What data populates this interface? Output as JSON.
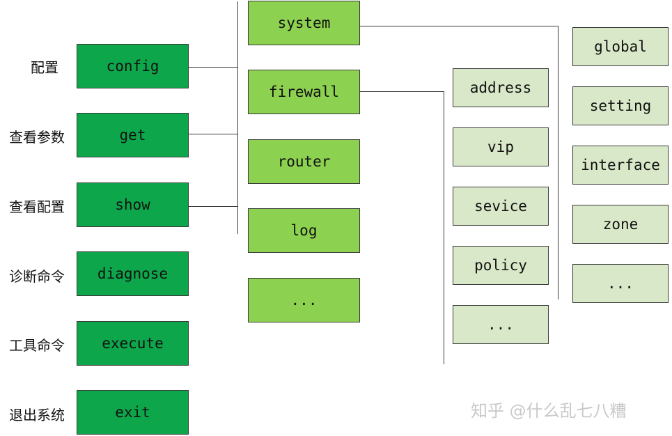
{
  "level1": [
    {
      "label": "config",
      "note": "配置"
    },
    {
      "label": "get",
      "note": "查看参数"
    },
    {
      "label": "show",
      "note": "查看配置"
    },
    {
      "label": "diagnose",
      "note": "诊断命令"
    },
    {
      "label": "execute",
      "note": "工具命令"
    },
    {
      "label": "exit",
      "note": "退出系统"
    }
  ],
  "level2": [
    "system",
    "firewall",
    "router",
    "log",
    "..."
  ],
  "firewall_children": [
    "address",
    "vip",
    "sevice",
    "policy",
    "..."
  ],
  "system_children": [
    "global",
    "setting",
    "interface",
    "zone",
    "..."
  ],
  "watermark": "知乎 @什么乱七八糟",
  "colors": {
    "level1": "#0ea64b",
    "level2": "#8dd150",
    "level3": "#d9e8c8"
  }
}
